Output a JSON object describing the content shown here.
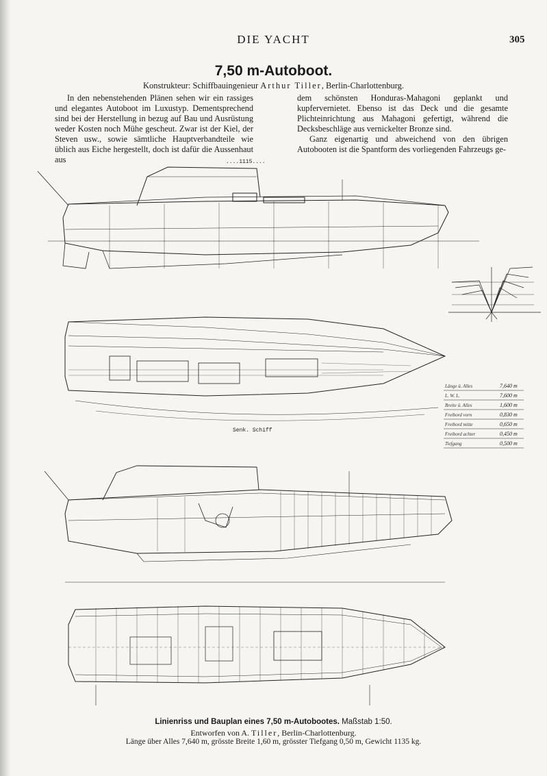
{
  "header": {
    "running_title": "DIE YACHT",
    "page_number": "305"
  },
  "article": {
    "title": "7,50 m-Autoboot.",
    "byline_prefix": "Konstrukteur: Schiffbauingenieur",
    "byline_name": "Arthur Tiller",
    "byline_place": ", Berlin-Charlottenburg.",
    "col_left_p1": "In den nebenstehenden Plänen sehen wir ein rassiges und elegantes Autoboot im Luxustyp. Dementsprechend sind bei der Herstellung in bezug auf Bau und Ausrüstung weder Kosten noch Mühe gescheut. Zwar ist der Kiel, der Steven usw., sowie sämtliche Hauptverbandteile wie üblich aus Eiche hergestellt, doch ist dafür die Aussenhaut aus",
    "col_right_p1": "dem schönsten Honduras-Mahagoni geplankt und kupfervernietet. Ebenso ist das Deck und die gesamte Plichteinrichtung aus Mahagoni gefertigt, während die Decksbeschläge aus vernickelter Bronze sind.",
    "col_right_p2": "Ganz eigenartig und abweichend von den übrigen Autobooten ist die Spantform des vorliegenden Fahrzeugs ge-"
  },
  "specs": [
    {
      "label": "Länge ü. Alles",
      "value": "7,640 m"
    },
    {
      "label": "L. W. L.",
      "value": "7,600 m"
    },
    {
      "label": "Breite ü. Alles",
      "value": "1,600 m"
    },
    {
      "label": "Freibord vorn",
      "value": "0,830 m"
    },
    {
      "label": "Freibord mitte",
      "value": "0,650 m"
    },
    {
      "label": "Freibord achter",
      "value": "0,450 m"
    },
    {
      "label": "Tiefgang",
      "value": "0,500 m"
    }
  ],
  "caption": {
    "line1_bold": "Linienriss und Bauplan eines 7,50 m-Autobootes.",
    "line1_scale": "Maßstab 1:50.",
    "line2_prefix": "Entworfen von A.",
    "line2_name": "Tiller",
    "line2_suffix": ", Berlin-Charlottenburg.",
    "line3": "Länge über Alles 7,640 m, grösste Breite 1,60 m, grösster Tiefgang 0,50 m, Gewicht 1135 kg."
  }
}
